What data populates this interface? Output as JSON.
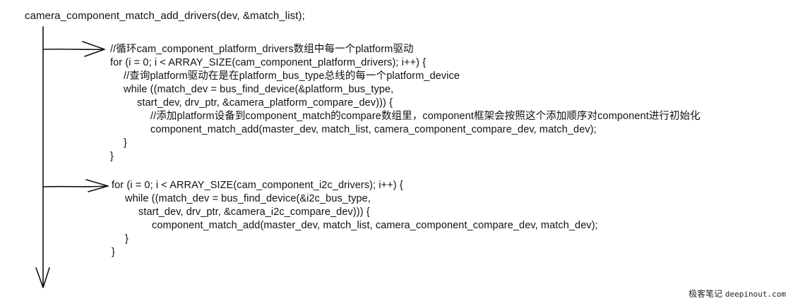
{
  "header": {
    "call": "camera_component_match_add_drivers(dev, &match_list);"
  },
  "block1": [
    "//循环cam_component_platform_drivers数组中每一个platform驱动",
    "for (i = 0; i < ARRAY_SIZE(cam_component_platform_drivers); i++) {",
    "//查询platform驱动在是在platform_bus_type总线的每一个platform_device",
    "while ((match_dev = bus_find_device(&platform_bus_type,",
    "start_dev, drv_ptr, &camera_platform_compare_dev))) {",
    "//添加platform设备到component_match的compare数组里，component框架会按照这个添加顺序对component进行初始化",
    "component_match_add(master_dev, match_list, camera_component_compare_dev, match_dev);",
    "}",
    "}"
  ],
  "block2": [
    "for (i = 0; i < ARRAY_SIZE(cam_component_i2c_drivers); i++) {",
    "while ((match_dev = bus_find_device(&i2c_bus_type,",
    "start_dev, drv_ptr, &camera_i2c_compare_dev))) {",
    "component_match_add(master_dev, match_list, camera_component_compare_dev, match_dev);",
    "}",
    "}"
  ],
  "watermark": {
    "cn": "极客笔记",
    "site": "deepinout.com"
  }
}
